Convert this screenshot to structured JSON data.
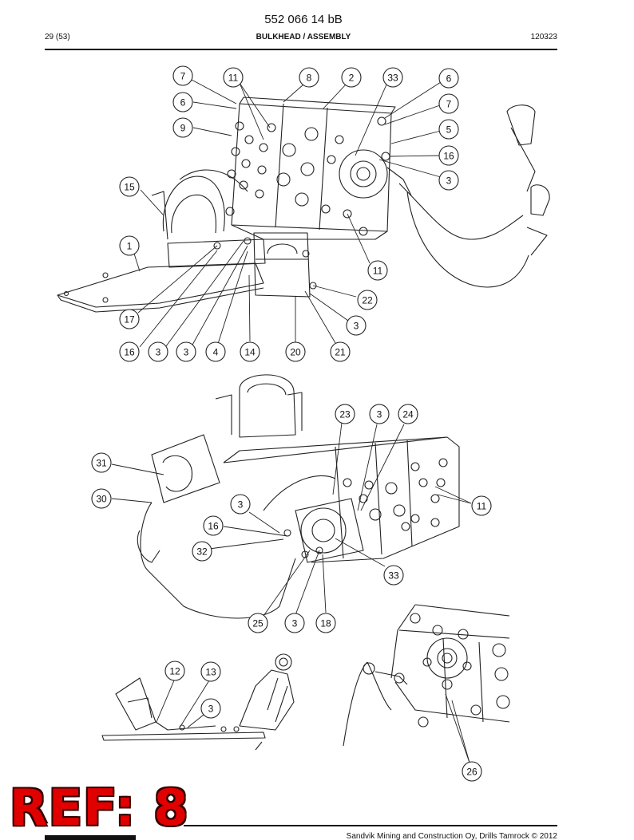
{
  "header": {
    "document_number": "552 066 14 bB",
    "page": "29 (53)",
    "title": "BULKHEAD / ASSEMBLY",
    "revision": "120323"
  },
  "footer": {
    "copyright": "Sandvik Mining and Construction Oy, Drills Tamrock © 2012",
    "ref_stamp": "REF: 8"
  },
  "callouts": {
    "view1": [
      "7",
      "11",
      "8",
      "2",
      "33",
      "6",
      "6",
      "7",
      "9",
      "5",
      "16",
      "3",
      "15",
      "1",
      "11",
      "22",
      "17",
      "3",
      "16",
      "3",
      "3",
      "4",
      "14",
      "20",
      "21"
    ],
    "view2": [
      "23",
      "3",
      "24",
      "31",
      "30",
      "11",
      "3",
      "16",
      "32",
      "33",
      "25",
      "3",
      "18"
    ],
    "view3": [
      "12",
      "13",
      "3"
    ],
    "view4": [
      "26"
    ]
  }
}
